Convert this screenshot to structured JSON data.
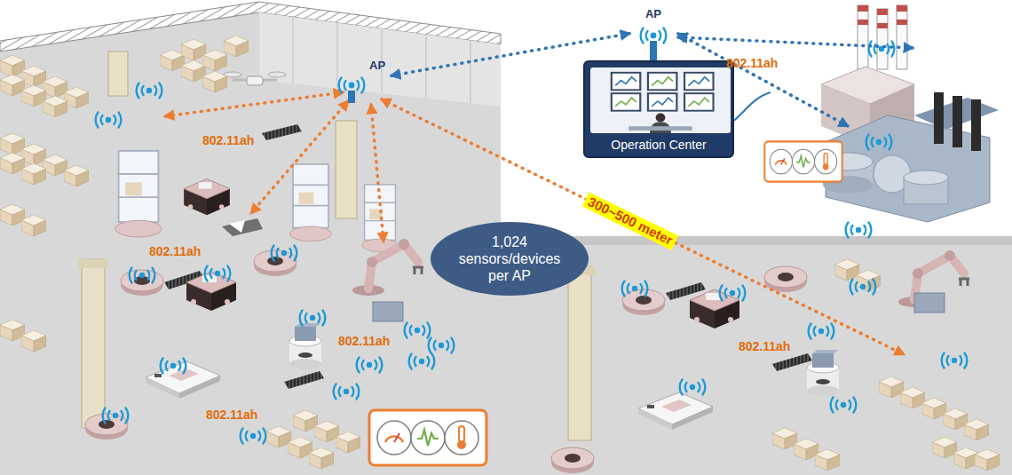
{
  "diagram": {
    "nodes": [
      {
        "text": [
          "AP"
        ]
      },
      {
        "text": [
          "AP"
        ]
      },
      {
        "text": [
          "Operation Center"
        ]
      },
      {
        "text": [
          "1,024 sensors/devices per AP"
        ]
      }
    ],
    "edges": [
      {
        "from": 0,
        "to": 1,
        "arrow": "both"
      }
    ],
    "labels": [
      "802.11ah",
      "802.11ah",
      "802.11ah",
      "802.11ah",
      "802.11ah",
      "802.11ah",
      "300~500 meter"
    ]
  }
}
